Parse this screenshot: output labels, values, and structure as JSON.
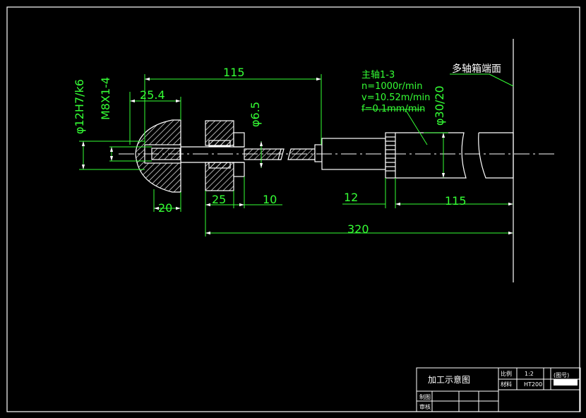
{
  "dimensions": {
    "d1": "115",
    "d2": "25.4",
    "d3": "20",
    "d4": "25",
    "d5": "10",
    "d6": "12",
    "d7": "115",
    "d8": "320",
    "v1": "φ12H7/k6",
    "v2": "M8X1-4",
    "v3": "φ6.5",
    "v4": "φ30/20"
  },
  "spindle_note": {
    "line1": "主轴1-3",
    "line2": "n=1000r/min",
    "line3": "v=10.52m/min",
    "line4": "f=0.1mm/min"
  },
  "leader_label": "多轴箱端面",
  "title_block": {
    "drawing_name": "加工示意图",
    "scale_label": "比例",
    "scale_value": "1:2",
    "material_label": "材料",
    "material_value": "HT200",
    "drawing_no": "(图号)",
    "drawn_by_label": "制图",
    "checked_by_label": "审核"
  },
  "colors": {
    "dimension": "#35ff35",
    "geometry": "#ffffff",
    "background": "#000000"
  }
}
